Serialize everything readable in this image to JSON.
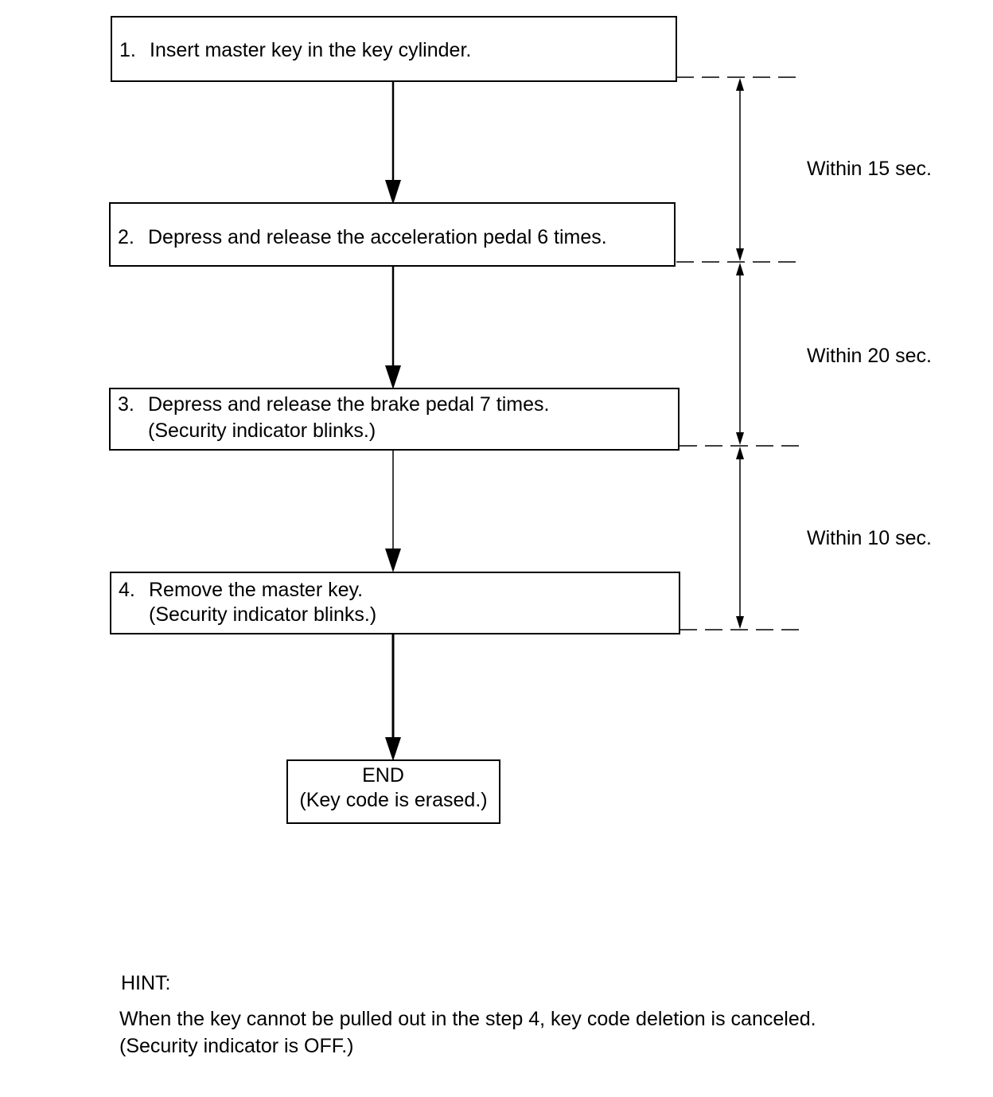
{
  "steps": [
    {
      "number": "1.",
      "lines": [
        "Insert master key in the key cylinder."
      ]
    },
    {
      "number": "2.",
      "lines": [
        "Depress and release the acceleration pedal 6 times."
      ]
    },
    {
      "number": "3.",
      "lines": [
        "Depress and release the brake pedal 7 times.",
        "(Security indicator blinks.)"
      ]
    },
    {
      "number": "4.",
      "lines": [
        "Remove the master key.",
        "(Security indicator blinks.)"
      ]
    }
  ],
  "intervals": [
    {
      "label": "Within 15 sec."
    },
    {
      "label": "Within 20 sec."
    },
    {
      "label": "Within 10 sec."
    }
  ],
  "end": {
    "title": "END",
    "subtitle": "(Key code is erased.)"
  },
  "hint": {
    "heading": "HINT:",
    "lines": [
      "When the key cannot be pulled out in the step 4, key code deletion is canceled.",
      "(Security indicator is OFF.)"
    ]
  }
}
